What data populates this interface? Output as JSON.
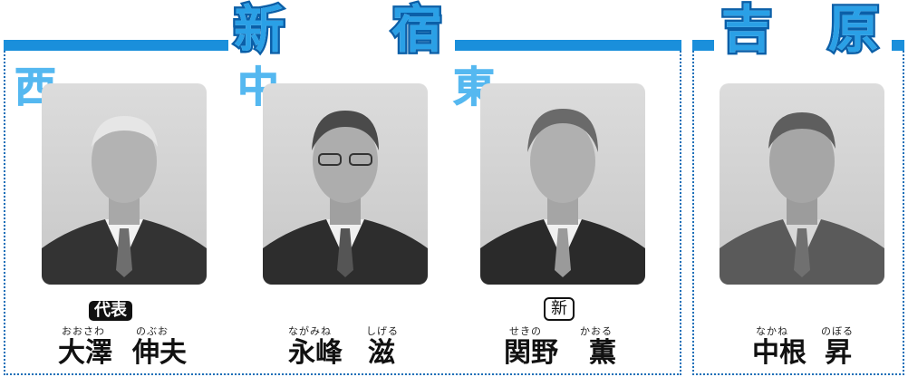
{
  "regions": {
    "shinjuku": {
      "title_1": "新",
      "title_2": "宿"
    },
    "yoshiwara": {
      "title_1": "吉",
      "title_2": "原"
    }
  },
  "people": [
    {
      "district": "西",
      "badge": "代表",
      "surname": "大澤",
      "given": "伸夫",
      "surname_reading": "おおさわ",
      "given_reading": "のぶお"
    },
    {
      "district": "中",
      "badge": "",
      "surname": "永峰",
      "given": "滋",
      "surname_reading": "ながみね",
      "given_reading": "しげる"
    },
    {
      "district": "東",
      "badge": "新",
      "surname": "関野",
      "given": "薫",
      "surname_reading": "せきの",
      "given_reading": "かおる"
    },
    {
      "district": "",
      "badge": "",
      "surname": "中根",
      "given": "昇",
      "surname_reading": "なかね",
      "given_reading": "のぼる"
    }
  ],
  "colors": {
    "band": "#1a8fdb",
    "title_fill": "#2aa0e6",
    "title_stroke": "#0a5fa8",
    "district": "#55b8f0"
  }
}
